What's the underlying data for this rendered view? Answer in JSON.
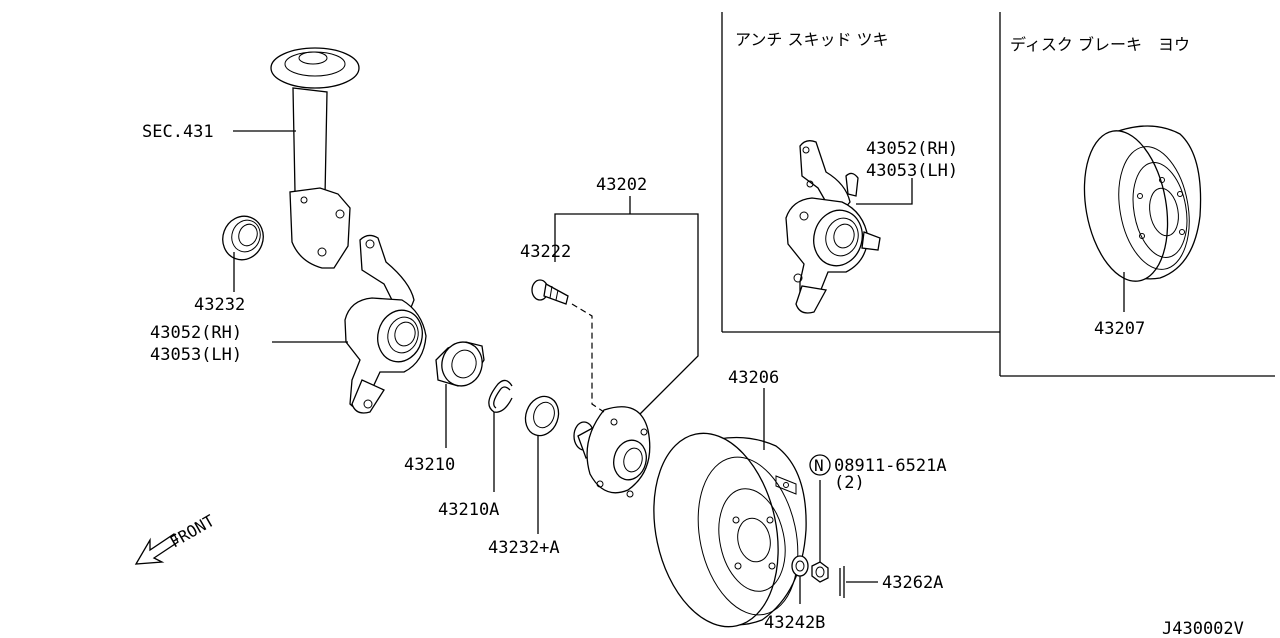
{
  "panels": {
    "anti_skid_title": "アンチ スキッド ツキ",
    "disc_brake_title": "ディスク ブレーキ　ヨウ"
  },
  "labels": {
    "sec431": "SEC.431",
    "p43232": "43232",
    "p43052_rh": "43052(RH)",
    "p43053_lh": "43053(LH)",
    "p43210": "43210",
    "p43210a": "43210A",
    "p43232a": "43232+A",
    "p43202": "43202",
    "p43222": "43222",
    "p43206": "43206",
    "p08911_n": "N",
    "p08911": "08911-6521A",
    "p08911_qty": "(2)",
    "p43242b": "43242B",
    "p43262a": "43262A",
    "inset_43052_rh": "43052(RH)",
    "inset_43053_lh": "43053(LH)",
    "p43207": "43207",
    "front": "FRONT",
    "drawing_code": "J430002V"
  }
}
